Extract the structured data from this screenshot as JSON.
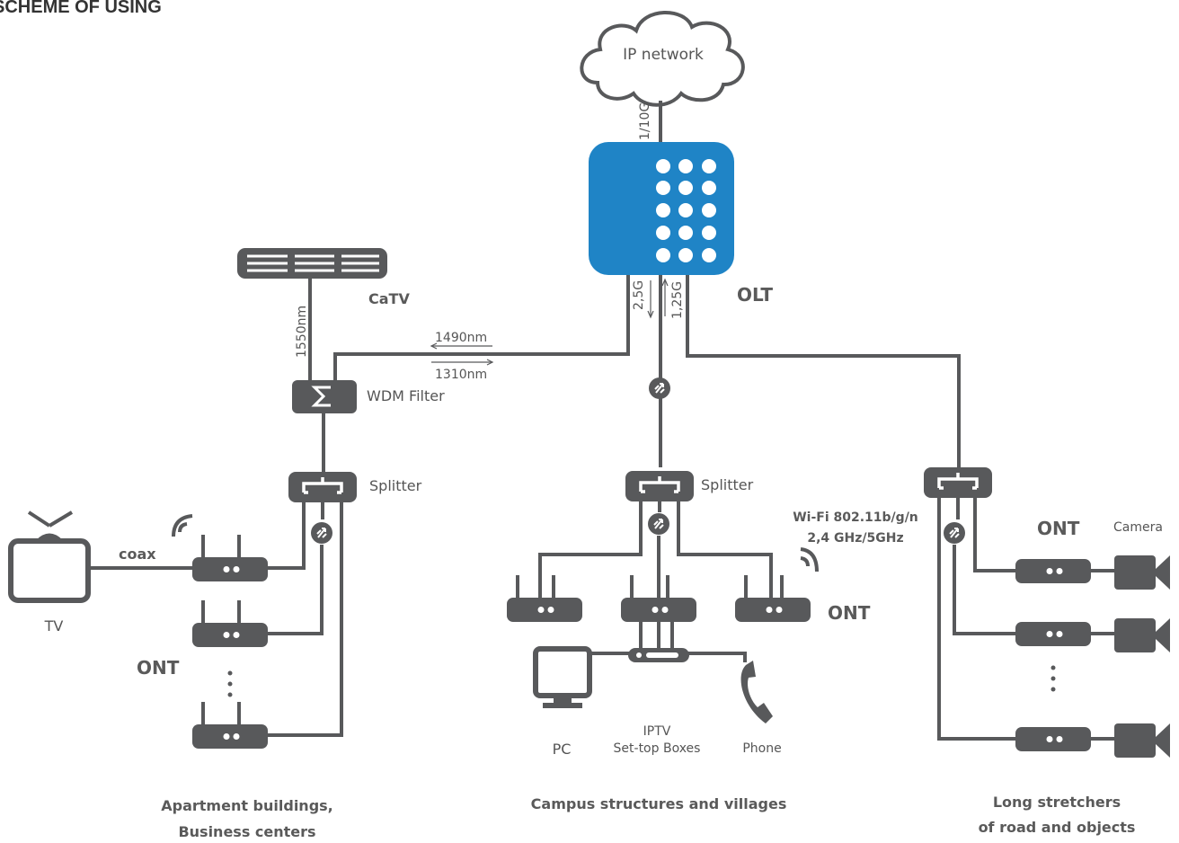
{
  "title": "SCHEME OF USING",
  "network": {
    "cloud_label": "IP network",
    "uplink_label": "1/10G",
    "olt_label": "OLT",
    "down_rate": "2,5G",
    "up_rate": "1,25G"
  },
  "left_branch": {
    "catv_label": "CaTV",
    "wavelength_catv": "1550nm",
    "wavelength_down": "1490nm",
    "wavelength_up": "1310nm",
    "wdm_label": "WDM Filter",
    "splitter_label": "Splitter",
    "coax_label": "coax",
    "tv_label": "TV",
    "ont_label": "ONT",
    "caption_line1": "Apartment buildings,",
    "caption_line2": "Business centers"
  },
  "center_branch": {
    "splitter_label": "Splitter",
    "wifi_line1": "Wi-Fi 802.11b/g/n",
    "wifi_line2": "2,4 GHz/5GHz",
    "ont_label": "ONT",
    "pc_label": "PC",
    "stb_line1": "IPTV",
    "stb_line2": "Set-top Boxes",
    "phone_label": "Phone",
    "caption": "Campus structures and villages"
  },
  "right_branch": {
    "ont_label": "ONT",
    "camera_label": "Camera",
    "caption_line1": "Long stretchers",
    "caption_line2": "of road and objects"
  },
  "colors": {
    "olt": "#1f84c6",
    "device": "#58595b",
    "text": "#555555"
  }
}
